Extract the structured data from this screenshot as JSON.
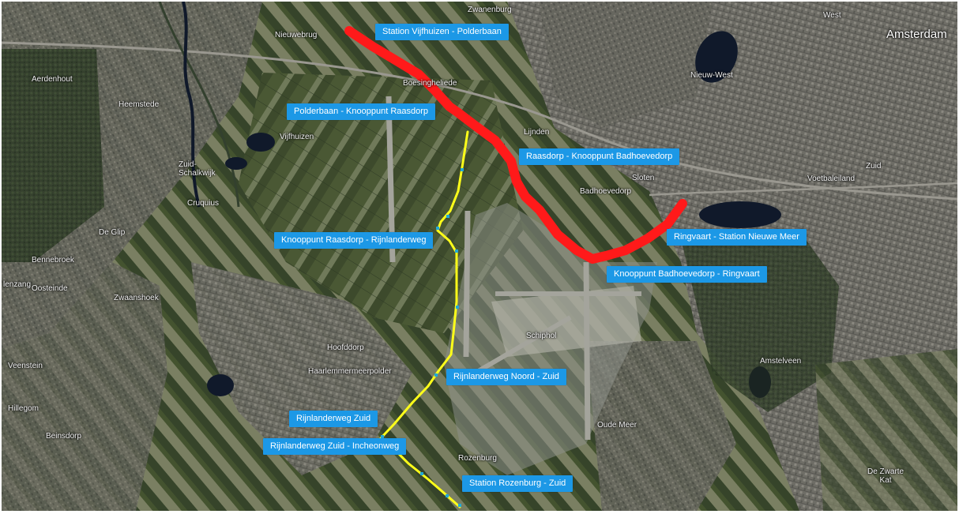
{
  "map": {
    "places": [
      {
        "id": "amsterdam",
        "text": "Amsterdam",
        "big": true
      },
      {
        "id": "west",
        "text": "West"
      },
      {
        "id": "zwanenburg",
        "text": "Zwanenburg"
      },
      {
        "id": "nieuwebrug",
        "text": "Nieuwebrug"
      },
      {
        "id": "aerdenhout",
        "text": "Aerdenhout"
      },
      {
        "id": "heemstede",
        "text": "Heemstede"
      },
      {
        "id": "boesingheliede",
        "text": "Boesingheliede"
      },
      {
        "id": "nieuw-west",
        "text": "Nieuw-West"
      },
      {
        "id": "vijfhuizen",
        "text": "Vijfhuizen"
      },
      {
        "id": "zuid-schalkwijk",
        "text": "Zuid-\nSchalkwijk"
      },
      {
        "id": "lijnden",
        "text": "Lijnden"
      },
      {
        "id": "badhoevedorp",
        "text": "Badhoevedorp"
      },
      {
        "id": "sloten",
        "text": "Sloten"
      },
      {
        "id": "zuid",
        "text": "Zuid"
      },
      {
        "id": "voetbaleiland",
        "text": "Voetbaleiland"
      },
      {
        "id": "cruquius",
        "text": "Cruquius"
      },
      {
        "id": "de-glip",
        "text": "De Glip"
      },
      {
        "id": "bennebroek",
        "text": "Bennebroek"
      },
      {
        "id": "lenzang",
        "text": "lenzang"
      },
      {
        "id": "oosteinde",
        "text": "Oosteinde"
      },
      {
        "id": "zwaanshoek",
        "text": "Zwaanshoek"
      },
      {
        "id": "hoofddorp",
        "text": "Hoofddorp"
      },
      {
        "id": "haarlemmermeerpolder",
        "text": "Haarlemmermeerpolder"
      },
      {
        "id": "schiphol",
        "text": "Schiphol"
      },
      {
        "id": "amstelveen",
        "text": "Amstelveen"
      },
      {
        "id": "veenstein",
        "text": "Veenstein"
      },
      {
        "id": "hillegom",
        "text": "Hillegom"
      },
      {
        "id": "beinsdorp",
        "text": "Beinsdorp"
      },
      {
        "id": "oude-meer",
        "text": "Oude Meer"
      },
      {
        "id": "rozenburg",
        "text": "Rozenburg"
      },
      {
        "id": "de-zwarte-kat",
        "text": "De Zwarte\nKat"
      }
    ],
    "segment_labels": [
      {
        "id": "station-vijfhuizen-polderbaan",
        "text": "Station Vijfhuizen - Polderbaan"
      },
      {
        "id": "polderbaan-knooppunt-raasdorp",
        "text": "Polderbaan - Knooppunt Raasdorp"
      },
      {
        "id": "raasdorp-knooppunt-badhoevedorp",
        "text": "Raasdorp - Knooppunt Badhoevedorp"
      },
      {
        "id": "knooppunt-raasdorp-rijnlanderweg",
        "text": "Knooppunt Raasdorp - Rijnlanderweg"
      },
      {
        "id": "ringvaart-station-nieuwe-meer",
        "text": "Ringvaart - Station Nieuwe Meer"
      },
      {
        "id": "knooppunt-badhoevedorp-ringvaart",
        "text": "Knooppunt Badhoevedorp - Ringvaart"
      },
      {
        "id": "rijnlanderweg-noord-zuid",
        "text": "Rijnlanderweg Noord - Zuid"
      },
      {
        "id": "rijnlanderweg-zuid",
        "text": "Rijnlanderweg Zuid"
      },
      {
        "id": "rijnlanderweg-zuid-incheonweg",
        "text": "Rijnlanderweg Zuid - Incheonweg"
      },
      {
        "id": "station-rozenburg-zuid",
        "text": "Station Rozenburg - Zuid"
      }
    ],
    "routes": {
      "red": {
        "color": "#ff1a1a"
      },
      "yellow": {
        "color": "#ffff1a"
      },
      "marker": {
        "color": "#22a9d6"
      }
    },
    "colors": {
      "label_bg": "#1c98e6",
      "water": "#121c2a",
      "urban": "#6b6b66",
      "farmland": "#55643d"
    }
  }
}
